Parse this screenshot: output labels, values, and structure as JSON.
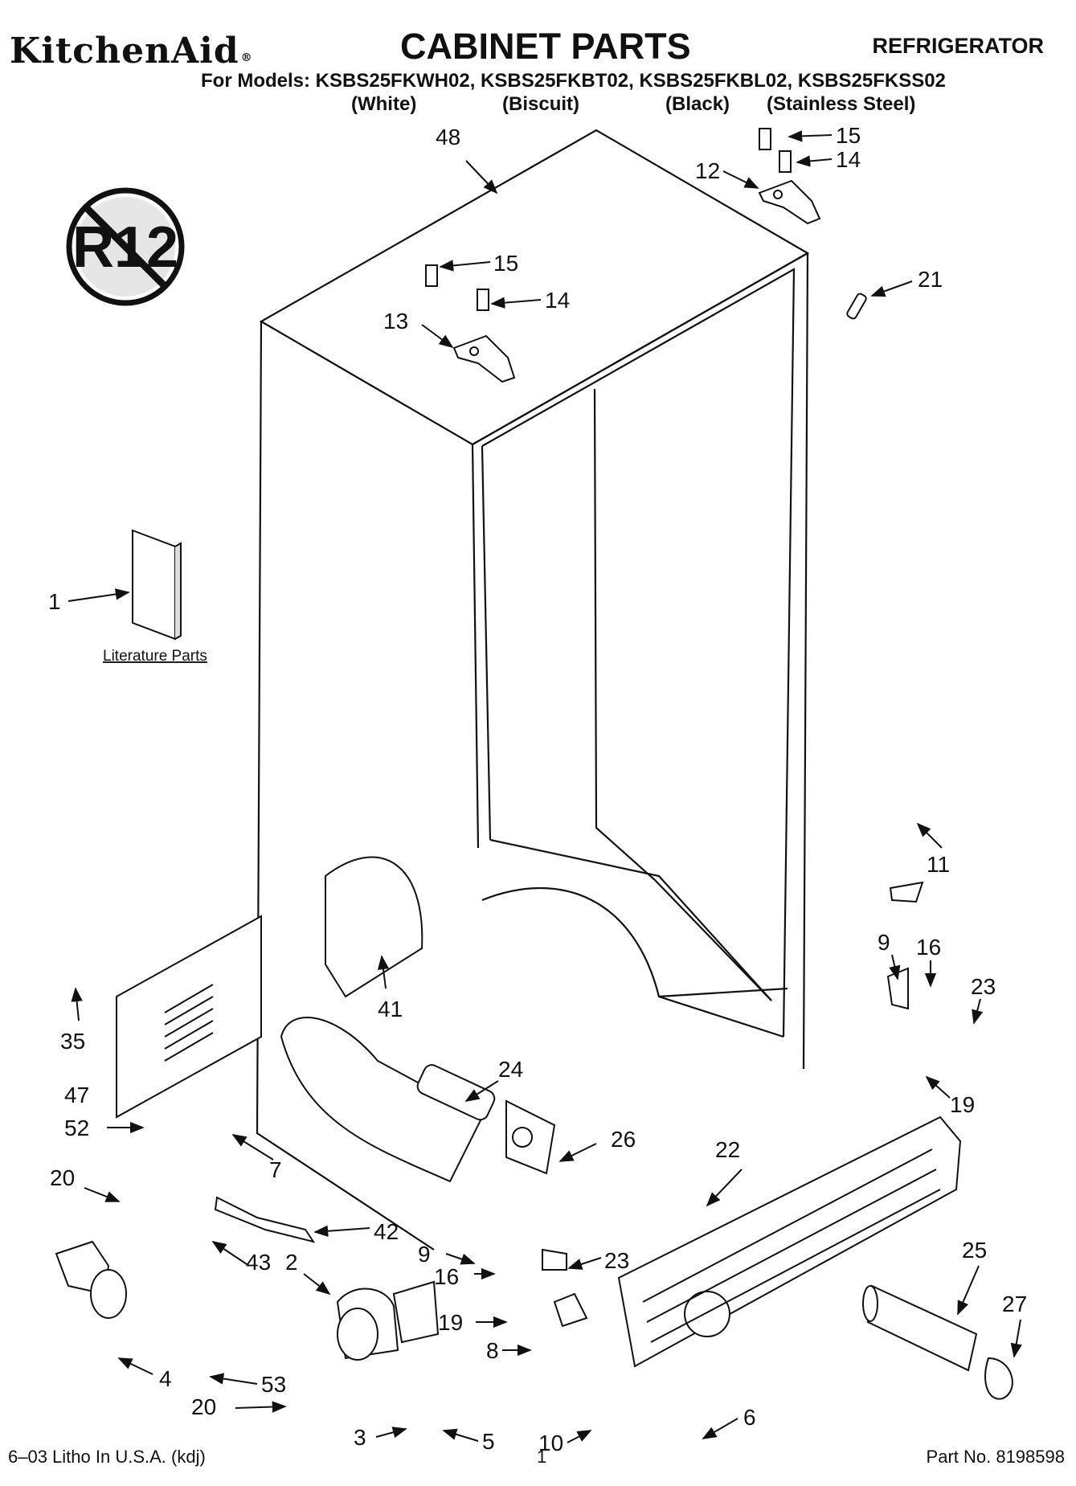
{
  "header": {
    "brand": "KitchenAid",
    "brand_mark": "®",
    "title": "CABINET PARTS",
    "appliance": "REFRIGERATOR",
    "models_line": "For Models: KSBS25FKWH02, KSBS25FKBT02, KSBS25FKBL02, KSBS25FKSS02",
    "colors": [
      "(White)",
      "(Biscuit)",
      "(Black)",
      "(Stainless Steel)"
    ]
  },
  "badge": {
    "text": "R12"
  },
  "literature_label": "Literature Parts",
  "footer": {
    "left": "6–03 Litho In U.S.A. (kdj)",
    "center": "1",
    "right": "Part No. 8198598"
  },
  "callouts": [
    "48",
    "15",
    "14",
    "12",
    "21",
    "15",
    "14",
    "13",
    "1",
    "11",
    "9",
    "16",
    "23",
    "35",
    "41",
    "19",
    "47",
    "24",
    "52",
    "7",
    "26",
    "22",
    "20",
    "42",
    "9",
    "16",
    "23",
    "25",
    "43",
    "2",
    "27",
    "4",
    "53",
    "19",
    "8",
    "20",
    "3",
    "5",
    "10",
    "6"
  ]
}
